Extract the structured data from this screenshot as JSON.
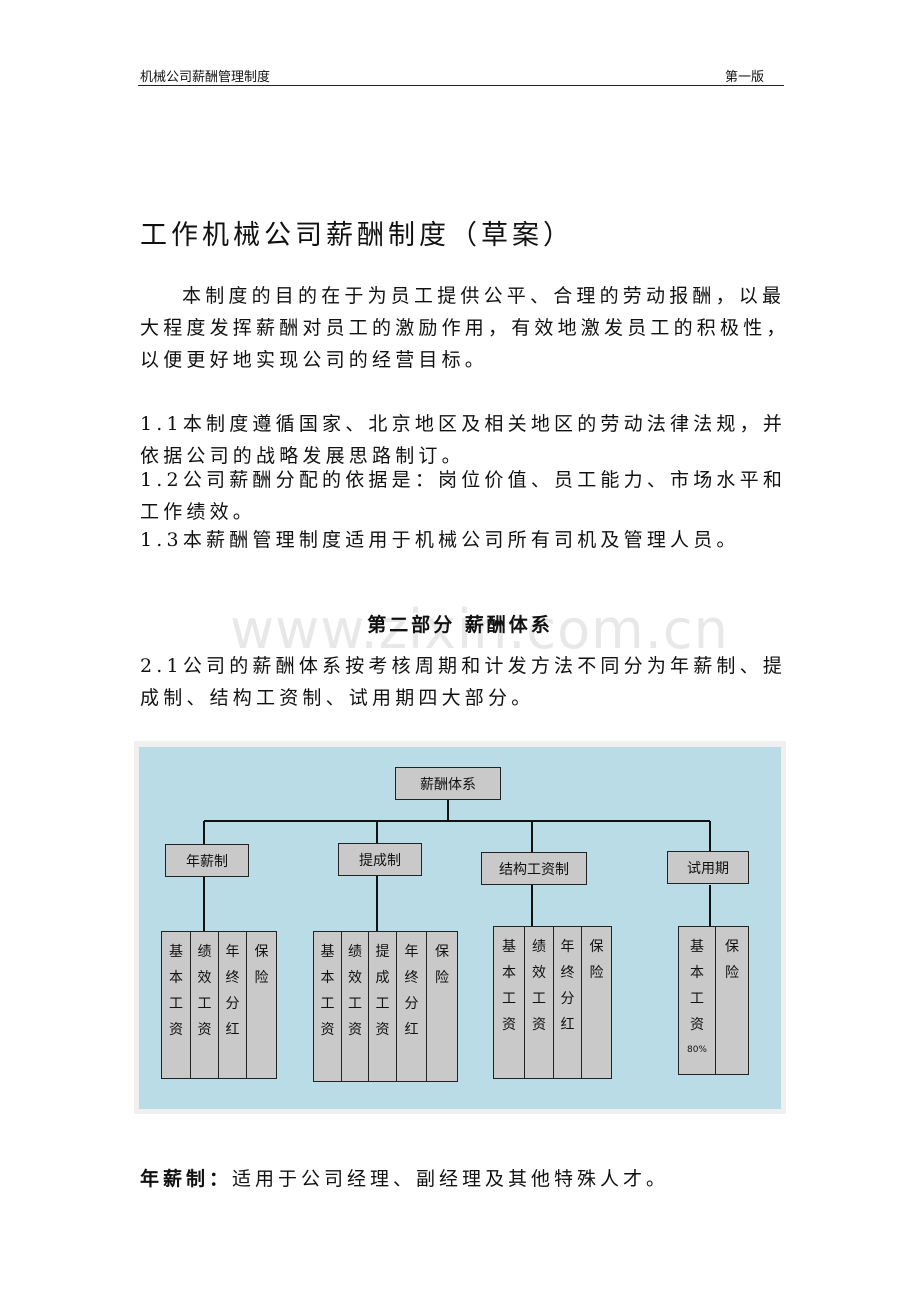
{
  "header": {
    "left": "机械公司薪酬管理制度",
    "right": "第一版"
  },
  "title": "工作机械公司薪酬制度（草案）",
  "intro": "本制度的目的在于为员工提供公平、合理的劳动报酬，以最大程度发挥薪酬对员工的激励作用，有效地激发员工的积极性，以便更好地实现公司的经营目标。",
  "clauses": {
    "c11": "1.1本制度遵循国家、北京地区及相关地区的劳动法律法规，并依据公司的战略发展思路制订。",
    "c12": "1.2公司薪酬分配的依据是：岗位价值、员工能力、市场水平和工作绩效。",
    "c13": "1.3本薪酬管理制度适用于机械公司所有司机及管理人员。"
  },
  "section2": {
    "title": "第二部分  薪酬体系",
    "c21": "2.1公司的薪酬体系按考核周期和计发方法不同分为年薪制、提成制、结构工资制、试用期四大部分。"
  },
  "watermark": "www.zixin.com.cn",
  "diagram": {
    "background": "#b9dce6",
    "root": "薪酬体系",
    "branches": [
      {
        "label": "年薪制",
        "items": [
          "基本工资",
          "绩效工资",
          "年终分红",
          "保险"
        ]
      },
      {
        "label": "提成制",
        "items": [
          "基本工资",
          "绩效工资",
          "提成工资",
          "年终分红",
          "保险"
        ]
      },
      {
        "label": "结构工资制",
        "items": [
          "基本工资",
          "绩效工资",
          "年终分红",
          "保险"
        ]
      },
      {
        "label": "试用期",
        "items": [
          "基本工资",
          "保险"
        ],
        "note": "80%"
      }
    ]
  },
  "final": {
    "term": "年薪制：",
    "text": "适用于公司经理、副经理及其他特殊人才。"
  }
}
